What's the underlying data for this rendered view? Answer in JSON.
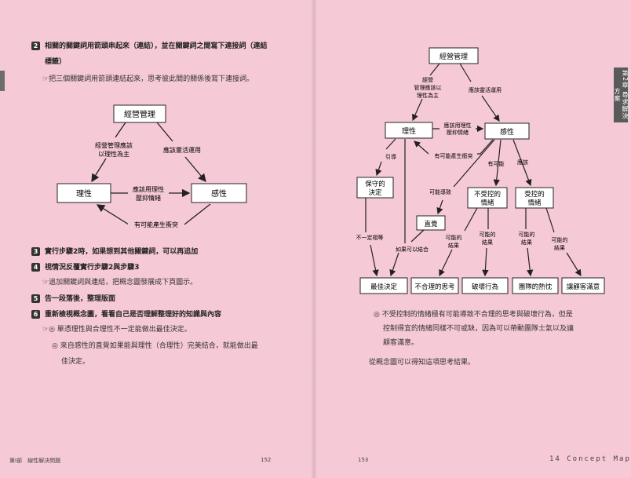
{
  "left": {
    "step2_num": "2",
    "step2_line1": "相關的關鍵詞用箭頭串起來（連結），並在關鍵詞之間寫下連接詞（連結",
    "step2_line2": "標籤）",
    "note1": "☞把三個關鍵詞用箭頭連結起來，思考彼此間的關係後寫下連接詞。",
    "diagram": {
      "node_manage": "經營管理",
      "node_reason": "理性",
      "node_emotion": "感性",
      "label_rational_1": "經營管理應該",
      "label_rational_2": "以理性為主",
      "label_flex": "應該靈活運用",
      "label_suppress_1": "應該用理性",
      "label_suppress_2": "壓抑情緒",
      "label_conflict": "有可能產生衝突"
    },
    "step3_num": "3",
    "step3_text": "實行步驟2時，如果想到其他關鍵詞，可以再追加",
    "step4_num": "4",
    "step4_text": "視情況反覆實行步驟2與步驟3",
    "note2": "☞追加關鍵詞與連結，把概念圖發展成下頁圖示。",
    "step5_num": "5",
    "step5_text": "告一段落後，整理版面",
    "step6_num": "6",
    "step6_text": "重新檢視概念圖，看看自己是否理解整理好的知識與內容",
    "note3_prefix": "☞",
    "note3_a": "◎ 單憑理性與合理性不一定能做出最佳決定。",
    "note3_b1": "◎ 來自感性的直覺如果能與理性（合理性）完美結合，就能做出最",
    "note3_b2": "佳決定。",
    "footer_part": "第Ⅰ部　線性解決問題",
    "page_number": "152"
  },
  "right": {
    "chapter_tab": "第2章 尋求解決方案",
    "diagram": {
      "node_manage": "經營管理",
      "node_reason": "理性",
      "node_emotion": "感性",
      "node_conservative_1": "保守的",
      "node_conservative_2": "決定",
      "node_uncontrolled_1": "不受控的",
      "node_uncontrolled_2": "情緒",
      "node_controlled_1": "受控的",
      "node_controlled_2": "情緒",
      "node_intuition": "直覺",
      "node_best": "最佳決定",
      "node_irrational": "不合理的思考",
      "node_destroy": "破壞行為",
      "node_teamwork": "團隊的熱忱",
      "node_satisfy": "讓顧客滿意",
      "lbl_rational_1": "經營",
      "lbl_rational_2": "管理應該以",
      "lbl_rational_3": "理性為主",
      "lbl_flex": "應該靈活運用",
      "lbl_suppress_1": "應該用理性",
      "lbl_suppress_2": "壓抑情緒",
      "lbl_conflict": "有可能產生衝突",
      "lbl_guide": "引導",
      "lbl_maybe": "有可能",
      "lbl_should": "應該",
      "lbl_may_lead": "可能導致",
      "lbl_not_best": "不一定相等",
      "lbl_if_combine": "如果可以結合",
      "lbl_res_1": "可能的",
      "lbl_res_2": "結果"
    },
    "para1_a": "◎ 不受控制的情緒極有可能導致不合理的思考與破壞行為，但是",
    "para1_b": "控制得宜的情緒同樣不可或缺，因為可以帶動團隊士氣以及讓",
    "para1_c": "顧客滿意。",
    "para2": "從概念圖可以得知這項思考結果。",
    "page_number": "153",
    "footer_title": "14 Concept Map"
  }
}
